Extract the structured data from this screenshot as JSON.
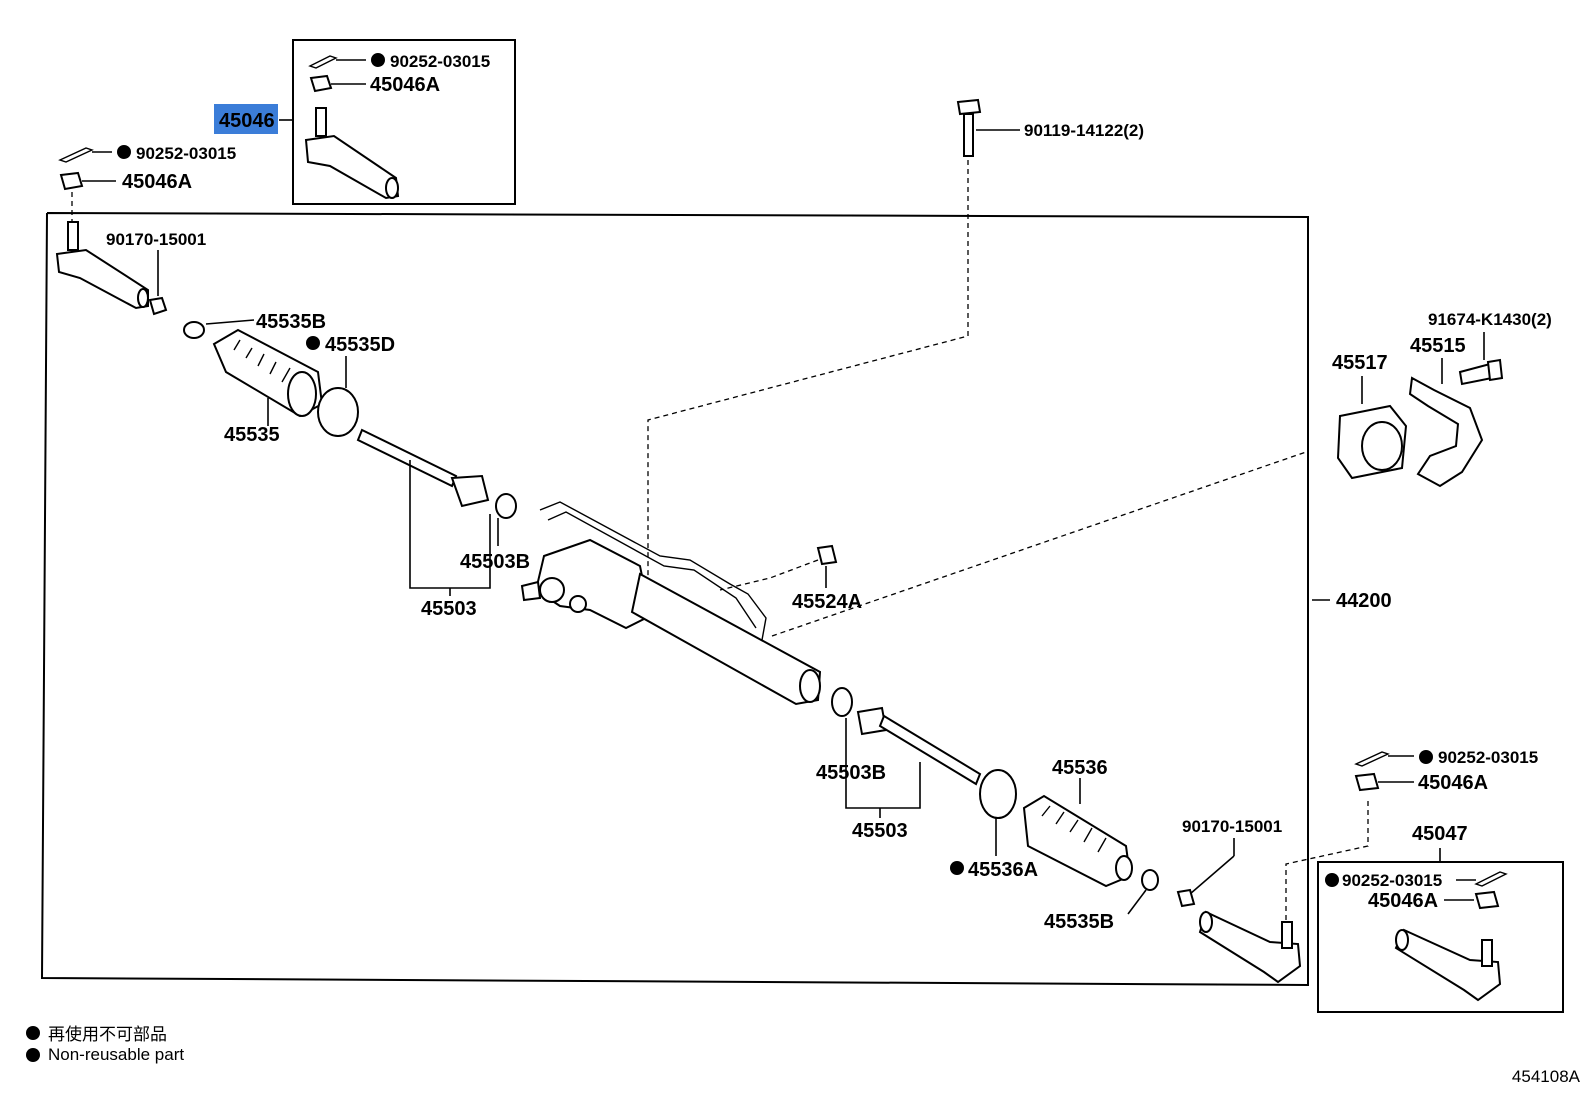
{
  "labels": {
    "p45046": "45046",
    "p90252_a": "90252-03015",
    "p45046a_a": "45046A",
    "p90252_b": "90252-03015",
    "p45046a_b": "45046A",
    "p90119": "90119-14122(2)",
    "p90170_a": "90170-15001",
    "p45535b_a": "45535B",
    "p45535d": "45535D",
    "p45535": "45535",
    "p45503b_a": "45503B",
    "p45503_a": "45503",
    "p45524a": "45524A",
    "p44200": "44200",
    "p45517": "45517",
    "p45515": "45515",
    "p91674": "91674-K1430(2)",
    "p45503b_b": "45503B",
    "p45503_b": "45503",
    "p45536": "45536",
    "p45536a": "45536A",
    "p45535b_b": "45535B",
    "p90170_b": "90170-15001",
    "p90252_c": "90252-03015",
    "p45046a_c": "45046A",
    "p45047": "45047",
    "p90252_d": "90252-03015",
    "p45046a_d": "45046A"
  },
  "legend": {
    "line1": "再使用不可部品",
    "line2": "Non-reusable part"
  },
  "reference_code": "454108A",
  "colors": {
    "highlight": "#3b7dd8",
    "ink": "#000000"
  }
}
